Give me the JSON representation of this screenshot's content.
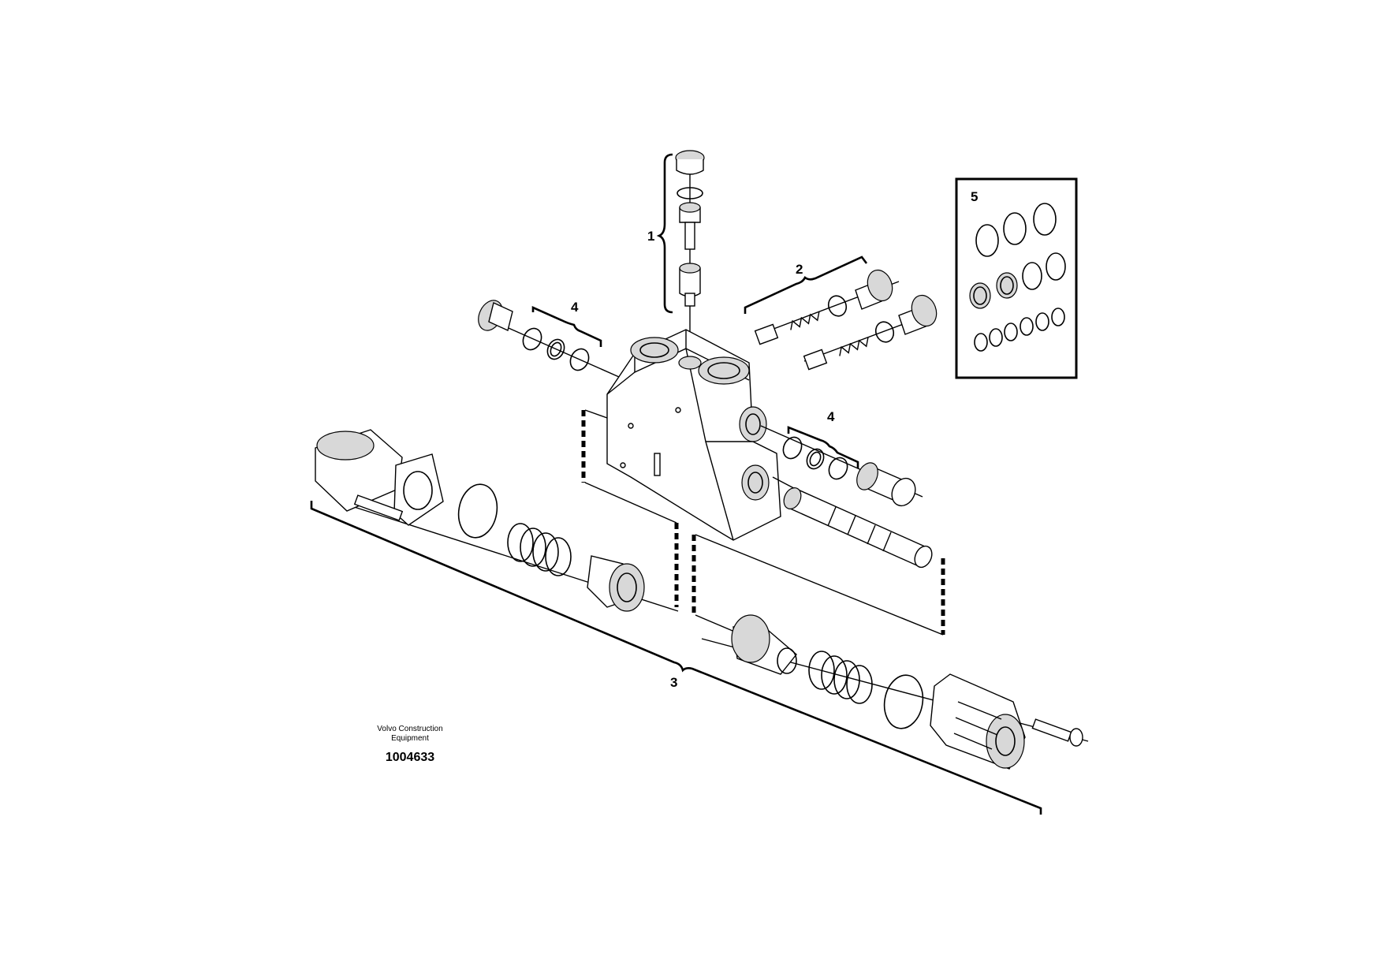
{
  "callouts": {
    "c1": "1",
    "c2": "2",
    "c3": "3",
    "c4a": "4",
    "c4b": "4",
    "c5": "5"
  },
  "credit": {
    "line1": "Volvo Construction",
    "line2": "Equipment"
  },
  "doc_number": "1004633"
}
